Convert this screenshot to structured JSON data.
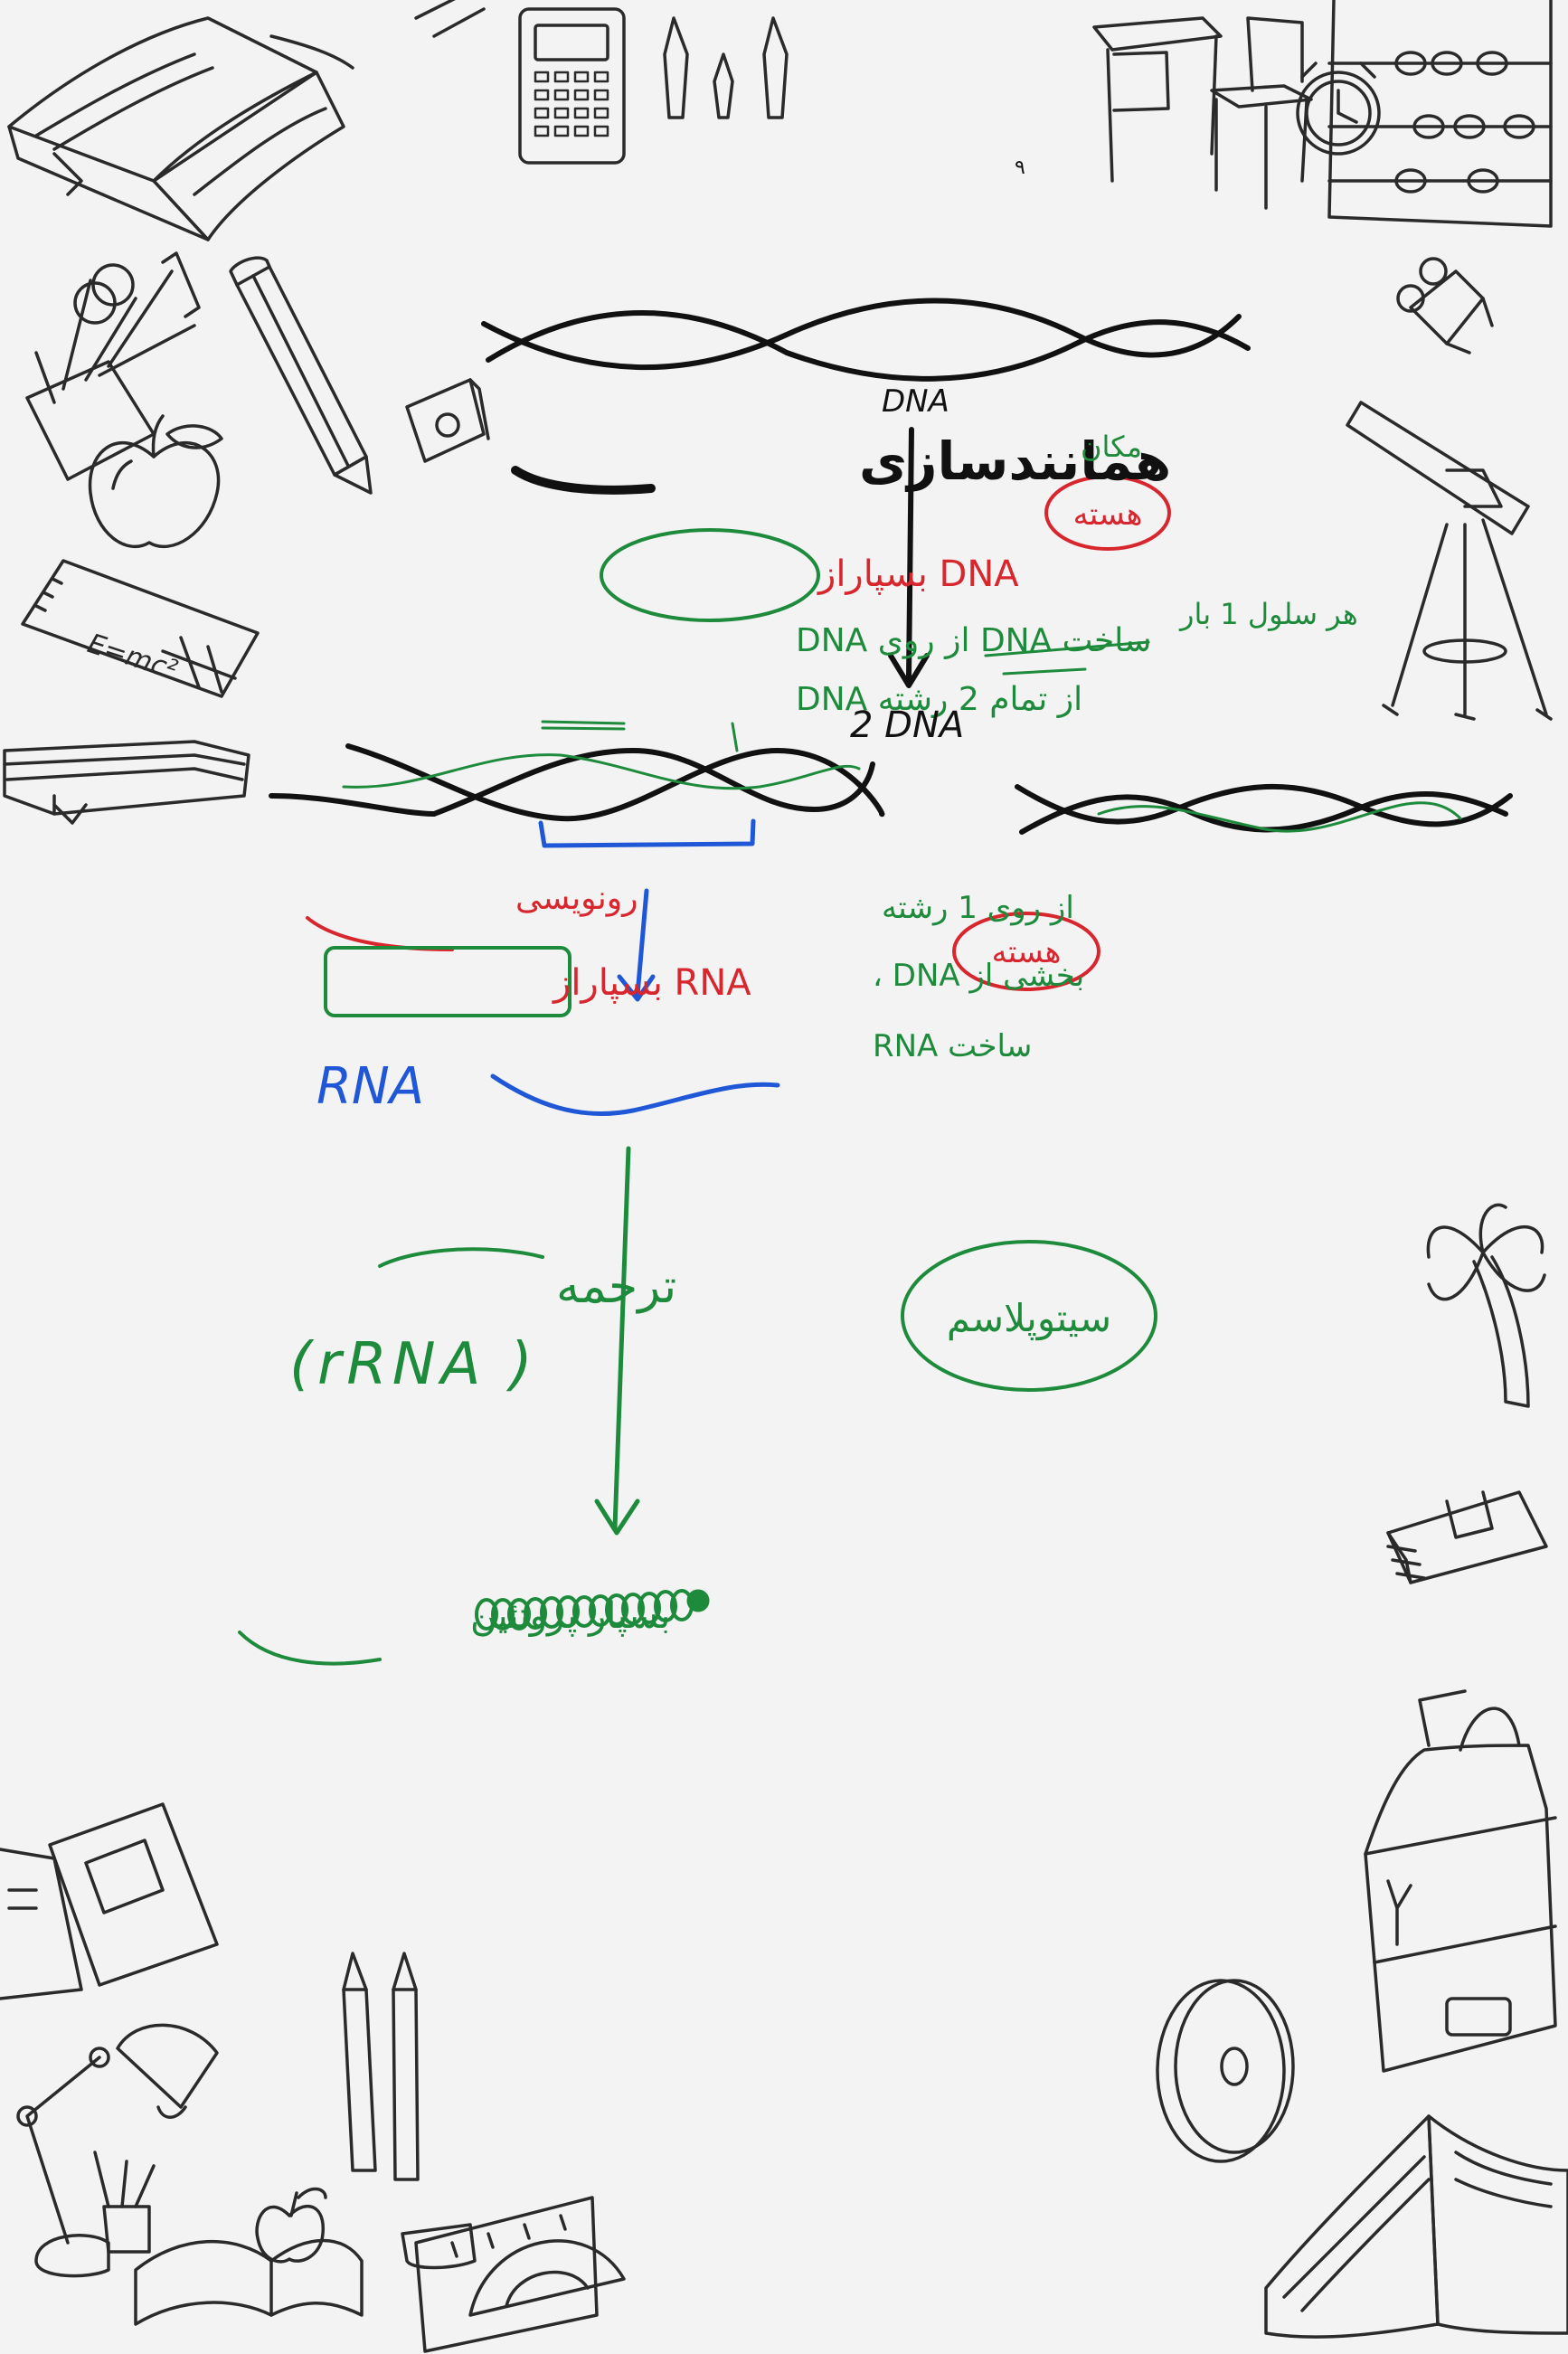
{
  "colors": {
    "background": "#f3f3f3",
    "ink_black": "#111111",
    "ink_red": "#d8262e",
    "ink_green": "#1e8a3c",
    "ink_blue": "#1f57d6",
    "doodle": "#2a2a2a"
  },
  "corner_mark": "٩",
  "replication": {
    "title": "همانندسازی",
    "dna_top_label": "DNA",
    "dna_result_label": "2 DNA",
    "enzyme": "DNA بسپاراز",
    "desc_line1": "ساخت DNA از روی DNA",
    "desc_line2": "از تمام 2 رشته DNA",
    "location_label": "مکان",
    "location_value": "هسته",
    "timing": "هر سلول 1 بار"
  },
  "transcription": {
    "title": "رونویسی",
    "enzyme": "RNA بسپاراز",
    "desc_line1": "از روی 1 رشته",
    "desc_line2": "بخشی از DNA ،",
    "desc_line3": "ساخت RNA",
    "location_value": "هسته",
    "product_label": "RNA"
  },
  "translation": {
    "title": "ترجمه",
    "agent": "(rRNA )",
    "location_value": "سیتوپلاسم",
    "product_label": "بسپار پروتئین"
  },
  "doodles": {
    "formula": "E=mc²",
    "icons": [
      "open-book-icon",
      "pencil-icon",
      "calculator-icon",
      "fountain-pen-icon",
      "desk-icon",
      "chair-icon",
      "abacus-icon",
      "clock-icon",
      "paper-clip-icon",
      "pencil-cup-icon",
      "apple-icon",
      "sharpener-icon",
      "telescope-icon",
      "notepad-icon",
      "closed-book-icon",
      "palm-tree-icon",
      "crayon-box-icon",
      "school-bag-icon",
      "cd-icon",
      "notebook-icon",
      "desk-lamp-icon",
      "ruler-icon",
      "protractor-icon",
      "eraser-icon"
    ]
  }
}
